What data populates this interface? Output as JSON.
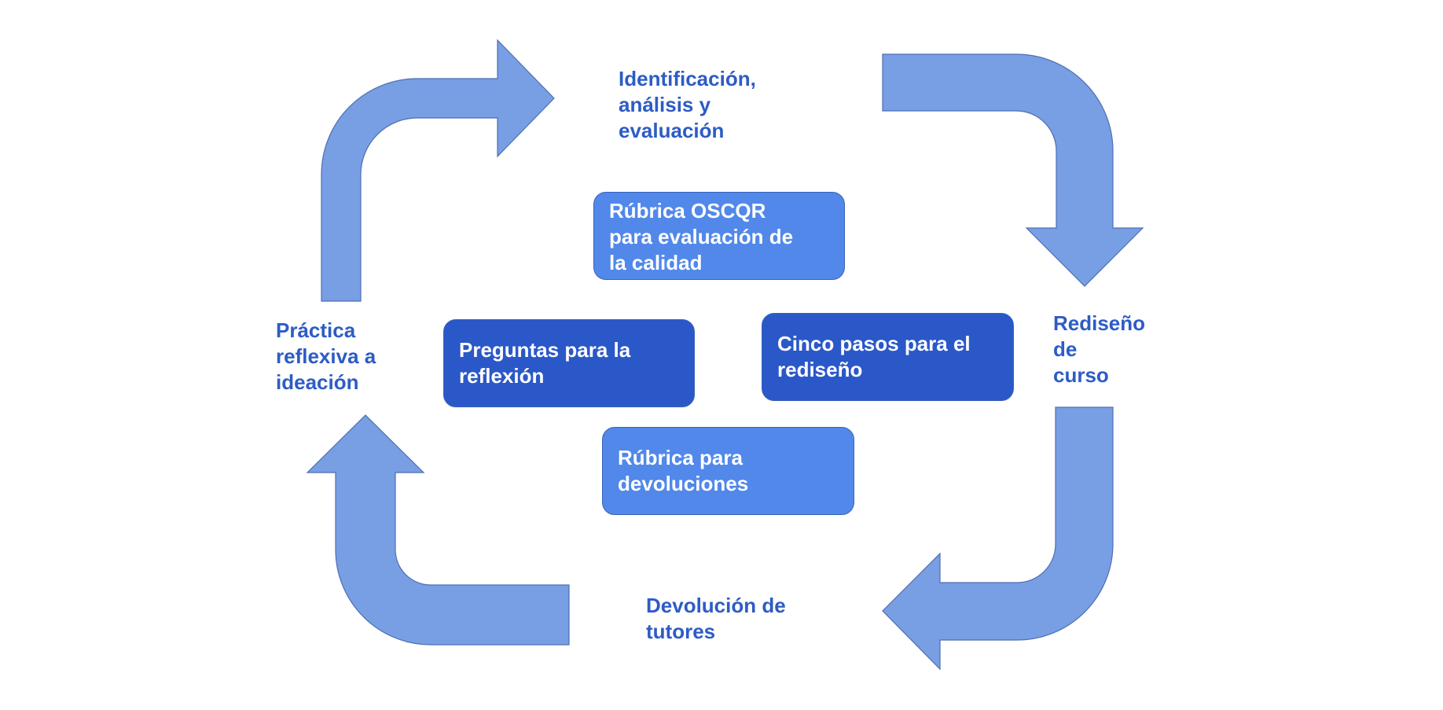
{
  "colors": {
    "arrow_fill": "#789ee4",
    "stage_text": "#2d5cc5",
    "tool_light": "#5188ea",
    "tool_dark": "#2b58c8",
    "tool_text": "#ffffff"
  },
  "stages": {
    "top": "Identificación,\nanálisis y\nevaluación",
    "right": "Rediseño\nde\ncurso",
    "bottom": "Devolución de\ntutores",
    "left": "Práctica\nreflexiva a\nideación"
  },
  "tools": {
    "oscqr": "Rúbrica OSCQR\npara evaluación de\nla calidad",
    "preguntas": "Preguntas para la\nreflexión",
    "cinco_pasos": "Cinco pasos para el\nrediseño",
    "devoluciones": "Rúbrica para\ndevoluciones"
  }
}
